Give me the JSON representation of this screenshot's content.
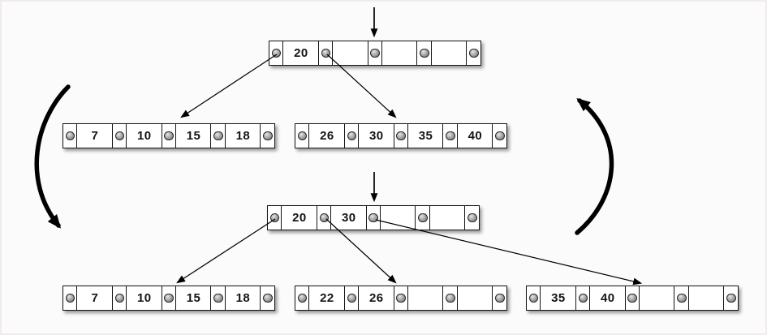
{
  "figure": {
    "colors": {
      "line": "#000000",
      "node_fill": "#ffffff",
      "node_border": "#141414",
      "pointer_dot": "#8a8a8a",
      "background": "#fcfbfb"
    },
    "before": {
      "root": {
        "keys": [
          "20",
          "",
          "",
          ""
        ]
      },
      "children": [
        {
          "keys": [
            "7",
            "10",
            "15",
            "18"
          ]
        },
        {
          "keys": [
            "26",
            "30",
            "35",
            "40"
          ]
        }
      ]
    },
    "after": {
      "root": {
        "keys": [
          "20",
          "30",
          "",
          ""
        ]
      },
      "children": [
        {
          "keys": [
            "7",
            "10",
            "15",
            "18"
          ]
        },
        {
          "keys": [
            "22",
            "26",
            "",
            ""
          ]
        },
        {
          "keys": [
            "35",
            "40",
            "",
            ""
          ]
        }
      ]
    }
  }
}
